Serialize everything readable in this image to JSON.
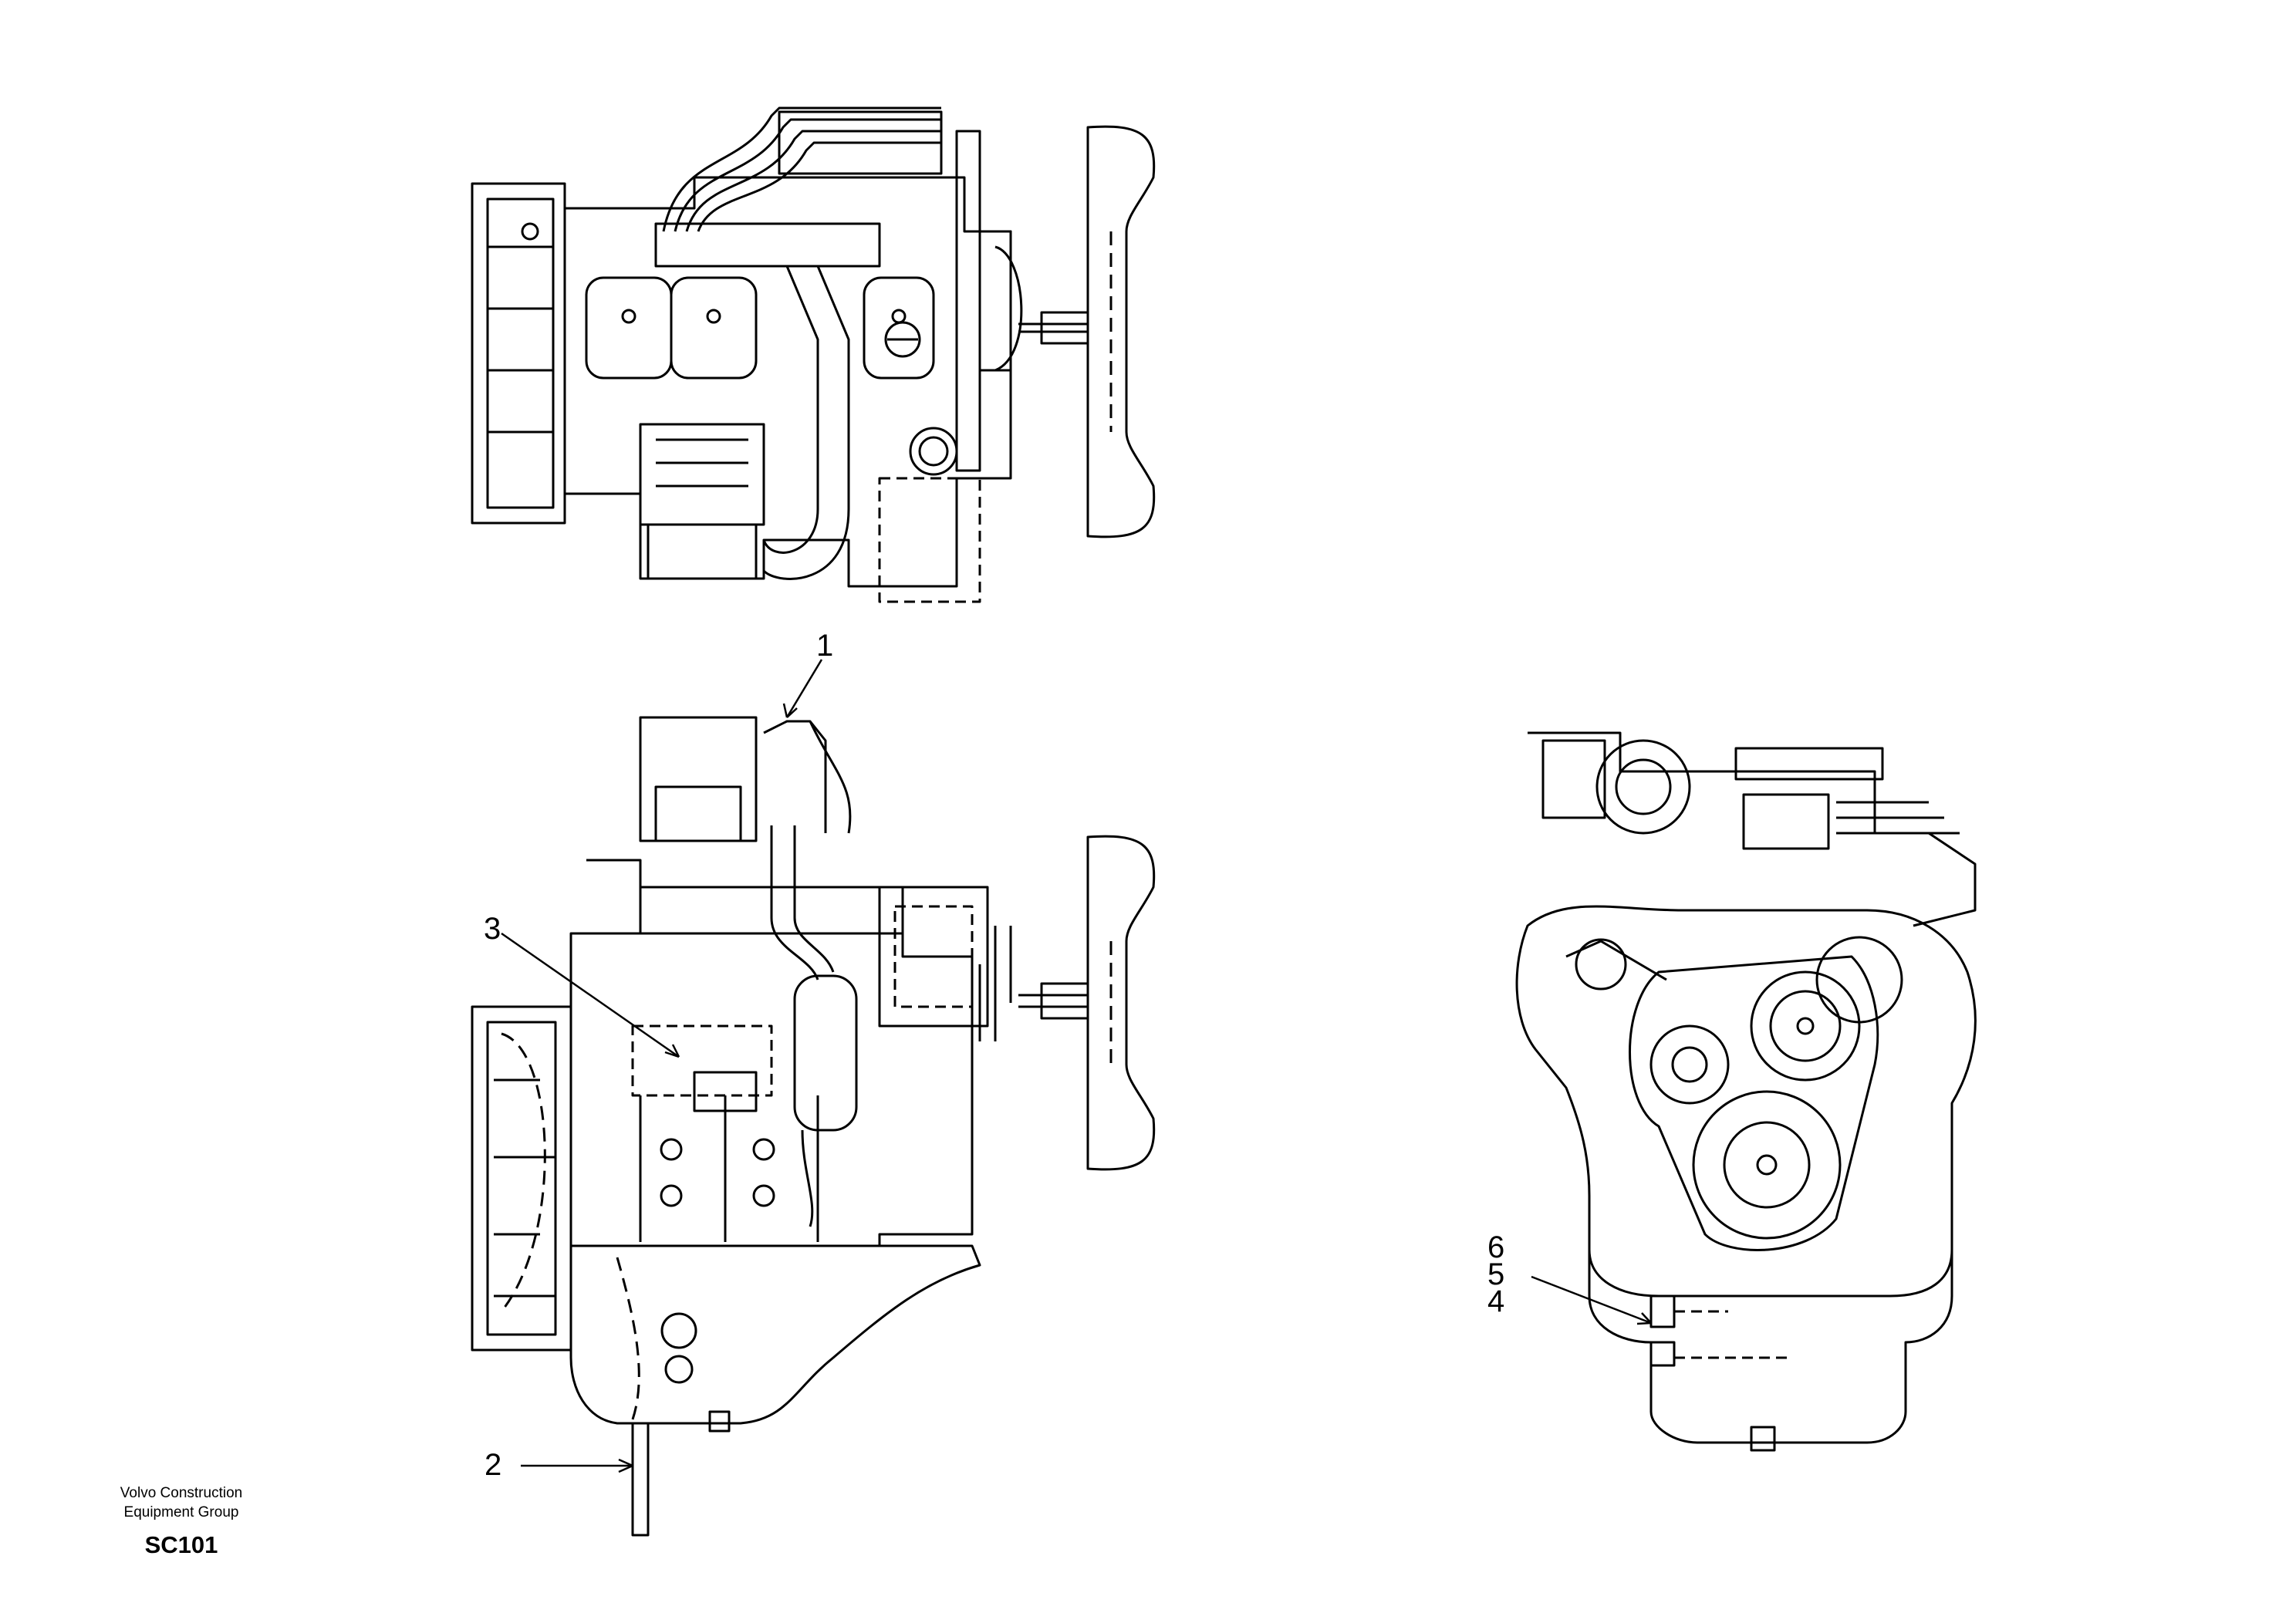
{
  "callouts": [
    "1",
    "2",
    "3",
    "4",
    "5",
    "6"
  ],
  "footer": {
    "company_line_1": "Volvo Construction",
    "company_line_2": "Equipment Group",
    "drawing_code": "SC101"
  }
}
